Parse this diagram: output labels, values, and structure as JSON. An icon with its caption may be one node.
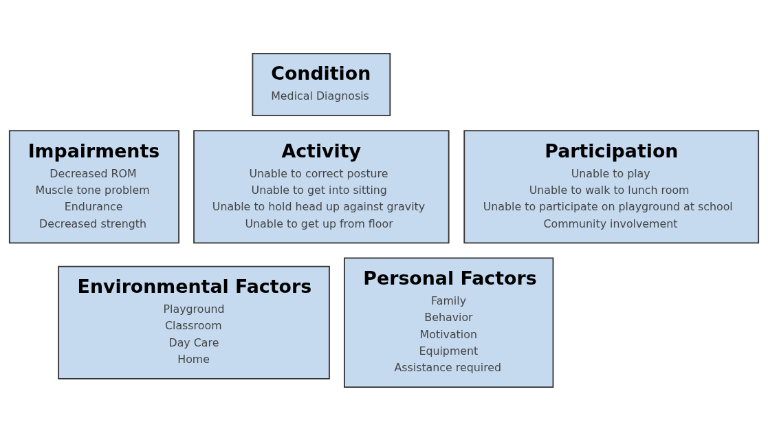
{
  "diagram": {
    "nodes": [
      {
        "text": [
          "Condition",
          "Medical Diagnosis"
        ]
      },
      {
        "text": [
          "Impairments",
          "Decreased ROM",
          "Muscle tone problem",
          "Endurance",
          "Decreased strength"
        ]
      },
      {
        "text": [
          "Activity",
          "Unable to correct posture",
          "Unable to get into sitting",
          "Unable to hold head up against gravity",
          "Unable to get up from floor"
        ]
      },
      {
        "text": [
          "Participation",
          "Unable to play",
          "Unable to walk to lunch room",
          "Unable to participate on playground at school",
          "Community involvement"
        ]
      },
      {
        "text": [
          "Environmental Factors",
          "Playground",
          "Classroom",
          "Day Care",
          "Home"
        ]
      },
      {
        "text": [
          "Personal Factors",
          "Family",
          "Behavior",
          "Motivation",
          "Equipment",
          "Assistance required"
        ]
      }
    ],
    "edges": []
  }
}
